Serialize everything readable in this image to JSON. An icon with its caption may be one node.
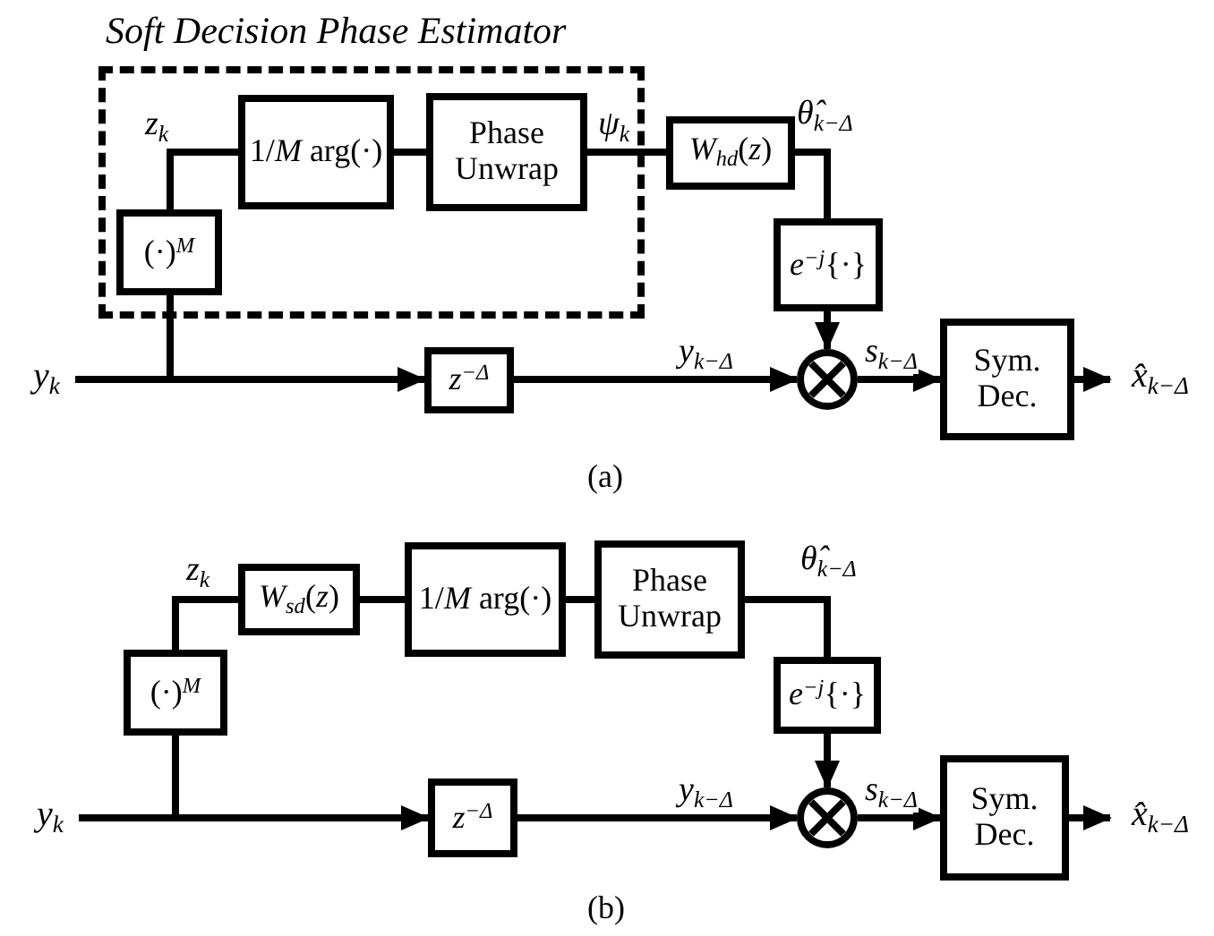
{
  "diagram": {
    "nodes": [
      {
        "text": [
          "*Soft Decision Phase Estimator*"
        ]
      },
      {
        "text": [
          "(·)$^{M}$"
        ],
        "in": 0
      },
      {
        "text": [
          "1/*M* arg(·)"
        ],
        "in": 0
      },
      {
        "text": [
          "Phase Unwrap"
        ],
        "in": 0
      },
      {
        "text": [
          "*W*$_{hd}$(*z*)"
        ]
      },
      {
        "text": [
          "*e*$^{−j}${·}"
        ]
      },
      {
        "text": [],
        "shape": "circle"
      },
      {
        "text": [
          "*z*$^{−Δ}$"
        ]
      },
      {
        "text": [
          "Sym. Dec."
        ]
      },
      {
        "text": [
          "*y*$_{k}$"
        ]
      },
      {
        "text": [
          "*x̂*$_{k−Δ}$"
        ]
      },
      {
        "text": [
          "(·)$^{M}$"
        ]
      },
      {
        "text": [
          "*W*$_{sd}$(*z*)"
        ]
      },
      {
        "text": [
          "1/*M* arg(·)"
        ]
      },
      {
        "text": [
          "Phase Unwrap"
        ]
      },
      {
        "text": [
          "*e*$^{−j}${·}"
        ]
      },
      {
        "text": [],
        "shape": "circle"
      },
      {
        "text": [
          "*z*$^{−Δ}$"
        ]
      },
      {
        "text": [
          "Sym. Dec."
        ]
      },
      {
        "text": [
          "*y*$_{k}$"
        ]
      },
      {
        "text": [
          "*x̂*$_{k−Δ}$"
        ]
      }
    ],
    "edges": [
      {
        "from": 9,
        "to": 7,
        "arrow": "to"
      },
      {
        "from": 9,
        "to": 1,
        "arrow": "none"
      },
      {
        "from": 1,
        "to": 2,
        "arrow": "none",
        "label": "*z*$_{k}$"
      },
      {
        "from": 2,
        "to": 3,
        "arrow": "none"
      },
      {
        "from": 3,
        "to": 4,
        "arrow": "none",
        "label": "*ψ*$_{k}$"
      },
      {
        "from": 4,
        "to": 5,
        "arrow": "none",
        "label": "*θ̂*$_{k−Δ}$"
      },
      {
        "from": 5,
        "to": 6,
        "arrow": "to"
      },
      {
        "from": 7,
        "to": 6,
        "arrow": "to",
        "label": "*y*$_{k−Δ}$"
      },
      {
        "from": 6,
        "to": 8,
        "arrow": "to",
        "label": "*s*$_{k−Δ}$"
      },
      {
        "from": 8,
        "to": 10,
        "arrow": "to"
      },
      {
        "from": 19,
        "to": 17,
        "arrow": "to"
      },
      {
        "from": 19,
        "to": 11,
        "arrow": "none"
      },
      {
        "from": 11,
        "to": 12,
        "arrow": "none",
        "label": "*z*$_{k}$"
      },
      {
        "from": 12,
        "to": 13,
        "arrow": "none"
      },
      {
        "from": 13,
        "to": 14,
        "arrow": "none"
      },
      {
        "from": 14,
        "to": 15,
        "arrow": "none",
        "label": "*θ̂*$_{k−Δ}$"
      },
      {
        "from": 15,
        "to": 16,
        "arrow": "to"
      },
      {
        "from": 17,
        "to": 16,
        "arrow": "to",
        "label": "*y*$_{k−Δ}$"
      },
      {
        "from": 16,
        "to": 18,
        "arrow": "to",
        "label": "*s*$_{k−Δ}$"
      },
      {
        "from": 18,
        "to": 20,
        "arrow": "to"
      }
    ],
    "labels": [
      "(a)",
      "(b)"
    ]
  }
}
